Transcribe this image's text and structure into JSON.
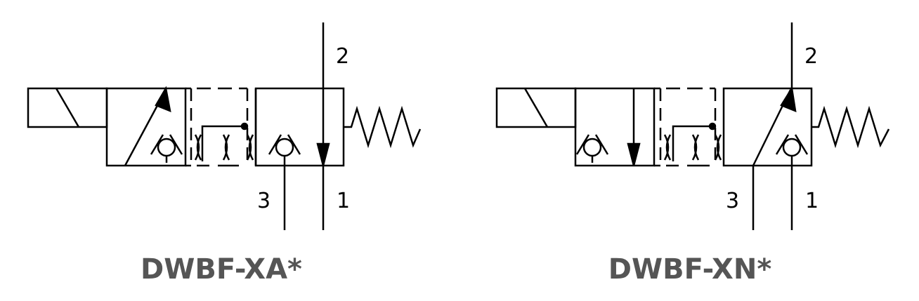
{
  "colors": {
    "line": "#000000",
    "title": "#555555",
    "background": "#ffffff"
  },
  "diagrams": [
    {
      "title": "DWBF-XA*",
      "ports": {
        "p2": "2",
        "p3": "3",
        "p1": "1"
      }
    },
    {
      "title": "DWBF-XN*",
      "ports": {
        "p2": "2",
        "p3": "3",
        "p1": "1"
      }
    }
  ]
}
